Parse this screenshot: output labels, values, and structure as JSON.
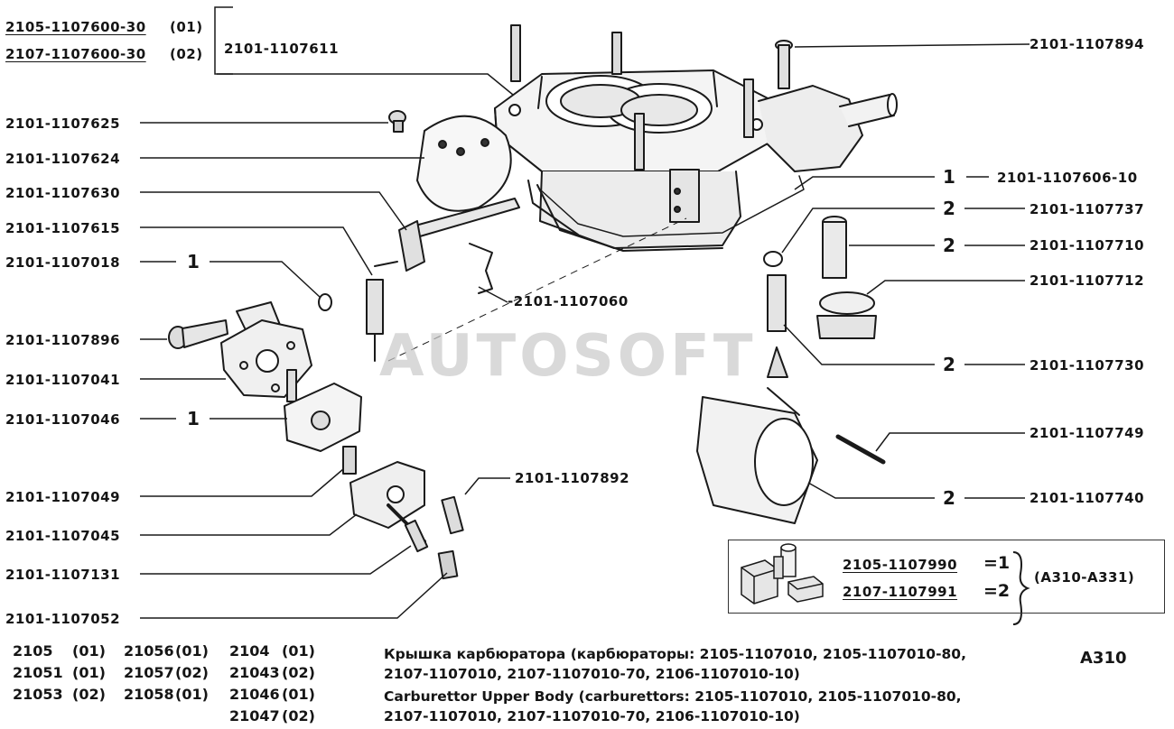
{
  "header": {
    "variant_1": "2105-1107600-30",
    "variant_1_code": "(01)",
    "variant_2": "2107-1107600-30",
    "variant_2_code": "(02)",
    "bracket_part": "2101-1107611"
  },
  "left_labels": [
    {
      "id": "p625",
      "text": "2101-1107625"
    },
    {
      "id": "p624",
      "text": "2101-1107624"
    },
    {
      "id": "p630",
      "text": "2101-1107630"
    },
    {
      "id": "p615",
      "text": "2101-1107615"
    },
    {
      "id": "p018",
      "text": "2101-1107018"
    },
    {
      "id": "p896",
      "text": "2101-1107896"
    },
    {
      "id": "p041",
      "text": "2101-1107041"
    },
    {
      "id": "p046",
      "text": "2101-1107046"
    },
    {
      "id": "p049",
      "text": "2101-1107049"
    },
    {
      "id": "p045",
      "text": "2101-1107045"
    },
    {
      "id": "p131",
      "text": "2101-1107131"
    },
    {
      "id": "p052",
      "text": "2101-1107052"
    }
  ],
  "left_kit_marks": {
    "p018": "1",
    "p046": "1"
  },
  "center_labels": {
    "p060": "-2101-1107060",
    "p892": "2101-1107892"
  },
  "right_labels": [
    {
      "id": "p894",
      "text": "2101-1107894"
    },
    {
      "id": "p606",
      "text": "2101-1107606-10"
    },
    {
      "id": "p737",
      "text": "2101-1107737"
    },
    {
      "id": "p710",
      "text": "2101-1107710"
    },
    {
      "id": "p712",
      "text": "2101-1107712"
    },
    {
      "id": "p730",
      "text": "2101-1107730"
    },
    {
      "id": "p749",
      "text": "2101-1107749"
    },
    {
      "id": "p740",
      "text": "2101-1107740"
    }
  ],
  "right_kit_marks": {
    "p606": "1",
    "p737": "2",
    "p710": "2",
    "p730": "2",
    "p740": "2"
  },
  "watermark": "AUTOSOFT",
  "repair_kit": {
    "kit_1": "2105-1107990",
    "kit_1_mark": "=1",
    "kit_2": "2107-1107991",
    "kit_2_mark": "=2",
    "range": "(A310-A331)"
  },
  "applicability": [
    [
      "2105",
      "(01)",
      "21056",
      "(01)",
      "2104",
      "(01)"
    ],
    [
      "21051",
      "(01)",
      "21057",
      "(02)",
      "21043",
      "(02)"
    ],
    [
      "21053",
      "(02)",
      "21058",
      "(01)",
      "21046",
      "(01)"
    ],
    [
      "",
      "",
      "",
      "",
      "21047",
      "(02)"
    ]
  ],
  "caption": {
    "ru_line1": "Крышка  карбюратора  (карбюраторы:  2105-1107010,  2105-1107010-80,",
    "ru_line2": "2107-1107010, 2107-1107010-70, 2106-1107010-10)",
    "en_line1": "Carburettor  Upper  Body  (carburettors:  2105-1107010,  2105-1107010-80,",
    "en_line2": "2107-1107010, 2107-1107010-70, 2106-1107010-10)"
  },
  "page_code": "A310"
}
